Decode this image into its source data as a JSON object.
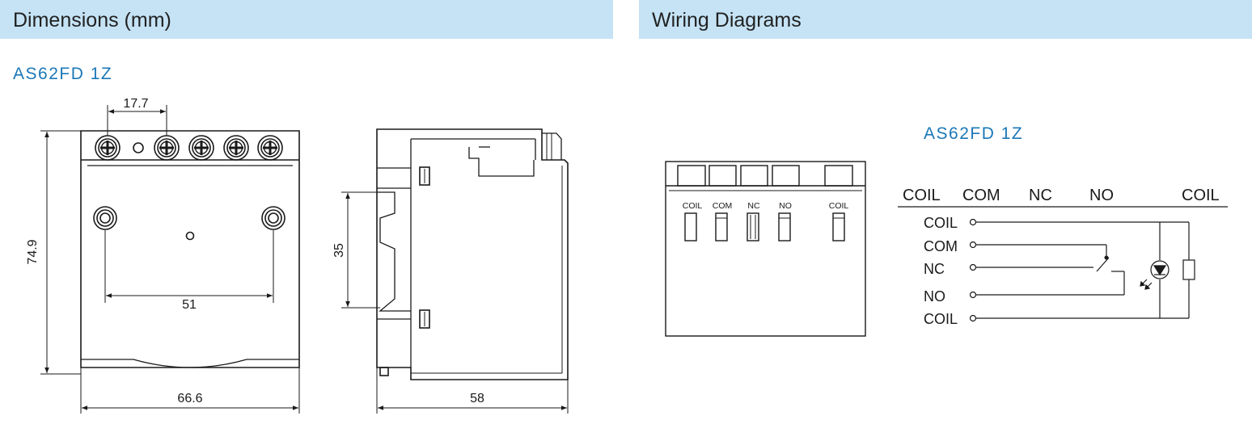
{
  "dimensions": {
    "header": "Dimensions (mm)",
    "model": "AS62FD  1Z",
    "labels": {
      "top_pitch": "17.7",
      "height": "74.9",
      "width": "66.6",
      "mount_pitch": "51",
      "rail_width": "35",
      "depth": "58"
    }
  },
  "wiring": {
    "header": "Wiring Diagrams",
    "model": "AS62FD  1Z",
    "terminal_labels": [
      "COIL",
      "COM",
      "NC",
      "NO",
      "COIL"
    ],
    "header_labels": [
      "COIL",
      "COM",
      "NC",
      "NO",
      "COIL"
    ],
    "row_labels": [
      "COIL",
      "COM",
      "NC",
      "NO",
      "COIL"
    ]
  },
  "colors": {
    "header_bg": "#c5e3f5",
    "accent": "#1b78b8",
    "line": "#1a1a1a"
  }
}
